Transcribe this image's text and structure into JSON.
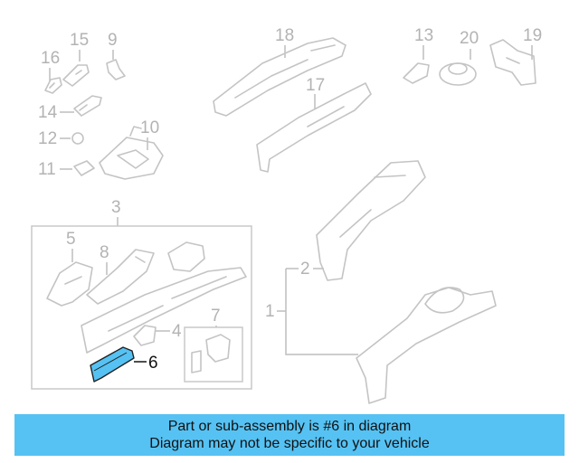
{
  "diagram": {
    "callouts": {
      "c1": "1",
      "c2": "2",
      "c3": "3",
      "c4": "4",
      "c5": "5",
      "c6": "6",
      "c7": "7",
      "c8": "8",
      "c9": "9",
      "c10": "10",
      "c11": "11",
      "c12": "12",
      "c13": "13",
      "c14": "14",
      "c15": "15",
      "c16": "16",
      "c17": "17",
      "c18": "18",
      "c19": "19",
      "c20": "20"
    },
    "highlighted_part": "6",
    "highlight_color": "#56c2f3",
    "line_color": "#c4c4c4"
  },
  "banner": {
    "line1": "Part or sub-assembly is #6 in diagram",
    "line2": "Diagram may not be specific to your vehicle",
    "background": "#56c2f3"
  }
}
